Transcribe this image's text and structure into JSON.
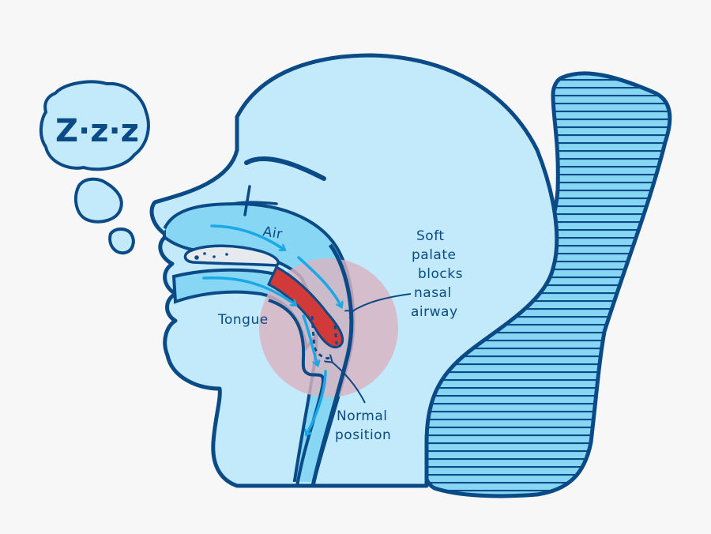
{
  "diagram": {
    "subject": "Snoring: soft palate blocking the nasal airway during sleep",
    "colors": {
      "background": "#f7f7f7",
      "outline": "#0a4a86",
      "skin_fill": "#c3eafa",
      "airway_fill": "#86d6f4",
      "arrow": "#1aa9e6",
      "highlight_circle": "#d9b3c1",
      "soft_palate": "#d23a3a",
      "bone": "#e6e9ee"
    },
    "thought_bubble": {
      "text": "Z·z·z"
    },
    "labels": {
      "air": "Air",
      "tongue": "Tongue",
      "soft_palate_line1": "Soft",
      "soft_palate_line2": "palate",
      "soft_palate_line3": "blocks",
      "soft_palate_line4": "nasal",
      "soft_palate_line5": "airway",
      "normal_line1": "Normal",
      "normal_line2": "position"
    }
  }
}
